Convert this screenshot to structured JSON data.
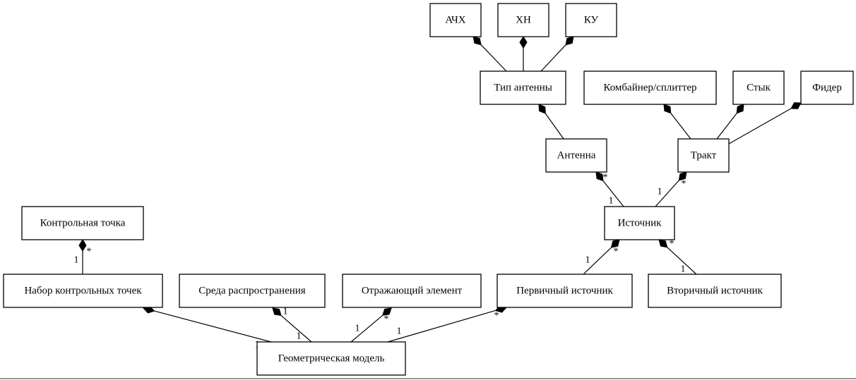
{
  "diagram": {
    "type": "uml-class-composition",
    "nodes": [
      {
        "id": "achx",
        "label": "АЧХ"
      },
      {
        "id": "hn",
        "label": "ХН"
      },
      {
        "id": "ku",
        "label": "КУ"
      },
      {
        "id": "tip_antenny",
        "label": "Тип антенны"
      },
      {
        "id": "kombainer",
        "label": "Комбайнер/сплиттер"
      },
      {
        "id": "styk",
        "label": "Стык"
      },
      {
        "id": "fider",
        "label": "Фидер"
      },
      {
        "id": "antenna",
        "label": "Антенна"
      },
      {
        "id": "trakt",
        "label": "Тракт"
      },
      {
        "id": "istochnik",
        "label": "Источник"
      },
      {
        "id": "kontr_tochka",
        "label": "Контрольная точка"
      },
      {
        "id": "nabor",
        "label": "Набор контрольных точек"
      },
      {
        "id": "sreda",
        "label": "Среда распространения"
      },
      {
        "id": "otr_element",
        "label": "Отражающий элемент"
      },
      {
        "id": "perv_ist",
        "label": "Первичный источник"
      },
      {
        "id": "vtor_ist",
        "label": "Вторичный источник"
      },
      {
        "id": "geom_model",
        "label": "Геометрическая модель"
      }
    ],
    "edges": [
      {
        "from": "tip_antenny",
        "to": "achx",
        "kind": "composition",
        "part_mult": "",
        "whole_mult": ""
      },
      {
        "from": "tip_antenny",
        "to": "hn",
        "kind": "composition",
        "part_mult": "",
        "whole_mult": ""
      },
      {
        "from": "tip_antenny",
        "to": "ku",
        "kind": "composition",
        "part_mult": "",
        "whole_mult": ""
      },
      {
        "from": "antenna",
        "to": "tip_antenny",
        "kind": "composition",
        "part_mult": "",
        "whole_mult": ""
      },
      {
        "from": "trakt",
        "to": "kombainer",
        "kind": "composition",
        "part_mult": "",
        "whole_mult": ""
      },
      {
        "from": "trakt",
        "to": "styk",
        "kind": "composition",
        "part_mult": "",
        "whole_mult": ""
      },
      {
        "from": "trakt",
        "to": "fider",
        "kind": "composition",
        "part_mult": "",
        "whole_mult": ""
      },
      {
        "from": "istochnik",
        "to": "antenna",
        "kind": "composition",
        "part_mult": "1",
        "whole_mult": "*"
      },
      {
        "from": "istochnik",
        "to": "trakt",
        "kind": "composition",
        "part_mult": "1",
        "whole_mult": "*"
      },
      {
        "from": "perv_ist",
        "to": "istochnik",
        "kind": "composition",
        "part_mult": "1",
        "whole_mult": "*"
      },
      {
        "from": "vtor_ist",
        "to": "istochnik",
        "kind": "composition",
        "part_mult": "1",
        "whole_mult": "*"
      },
      {
        "from": "nabor",
        "to": "kontr_tochka",
        "kind": "composition",
        "part_mult": "1",
        "whole_mult": "*"
      },
      {
        "from": "geom_model",
        "to": "nabor",
        "kind": "composition",
        "part_mult": "1",
        "whole_mult": "*"
      },
      {
        "from": "geom_model",
        "to": "sreda",
        "kind": "composition",
        "part_mult": "1",
        "whole_mult": "1"
      },
      {
        "from": "geom_model",
        "to": "otr_element",
        "kind": "composition",
        "part_mult": "1",
        "whole_mult": "*"
      },
      {
        "from": "geom_model",
        "to": "perv_ist",
        "kind": "composition",
        "part_mult": "1",
        "whole_mult": "*"
      }
    ]
  }
}
